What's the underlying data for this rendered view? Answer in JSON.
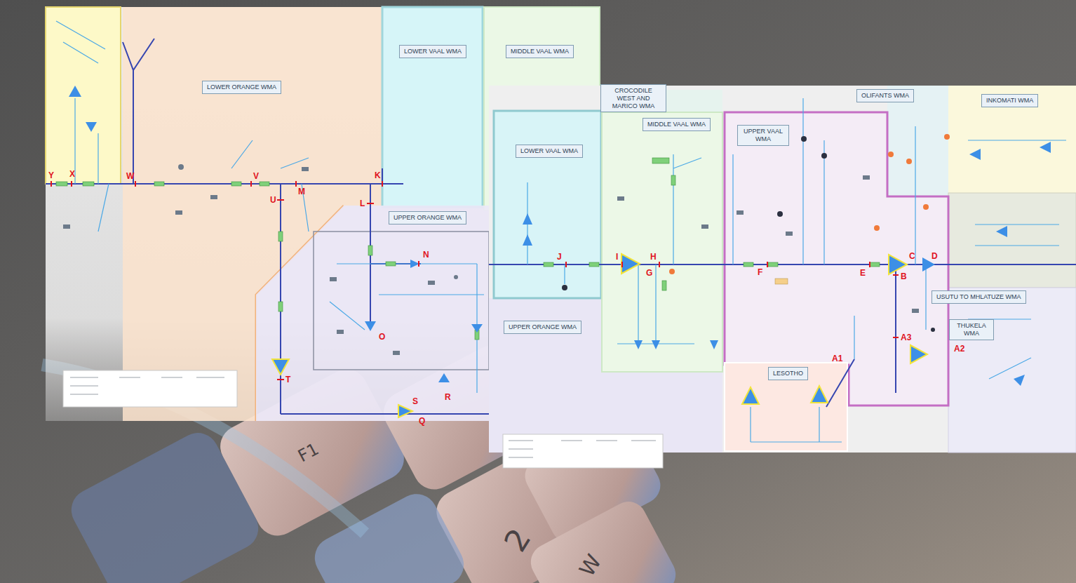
{
  "diagram": {
    "nodes": [
      {
        "text": [
          "LOWER ORANGE WMA"
        ]
      },
      {
        "text": [
          "LOWER VAAL WMA"
        ]
      },
      {
        "text": [
          "MIDDLE VAAL WMA"
        ]
      },
      {
        "text": [
          "UPPER ORANGE WMA"
        ]
      },
      {
        "text": [
          "CROCODILE WEST AND MARICO WMA"
        ]
      },
      {
        "text": [
          "OLIFANTS WMA"
        ]
      },
      {
        "text": [
          "INKOMATI WMA"
        ]
      },
      {
        "text": [
          "LOWER VAAL WMA"
        ]
      },
      {
        "text": [
          "MIDDLE VAAL WMA"
        ]
      },
      {
        "text": [
          "UPPER VAAL WMA"
        ]
      },
      {
        "text": [
          "USUTU TO MHLATUZE WMA"
        ]
      },
      {
        "text": [
          "THUKELA WMA"
        ]
      },
      {
        "text": [
          "UPPER ORANGE WMA"
        ]
      },
      {
        "text": [
          "LESOTHO"
        ]
      }
    ],
    "labels": [
      "Y",
      "X",
      "W",
      "V",
      "M",
      "U",
      "K",
      "L",
      "N",
      "O",
      "T",
      "S",
      "R",
      "Q",
      "J",
      "I",
      "H",
      "G",
      "F",
      "E",
      "C",
      "D",
      "B",
      "A3",
      "A1",
      "A2",
      "F1",
      "2",
      "W"
    ]
  }
}
